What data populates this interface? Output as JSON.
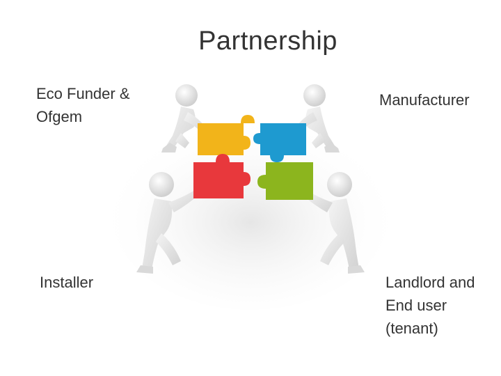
{
  "slide": {
    "title": "Partnership",
    "labels": {
      "eco_funder": [
        "Eco Funder &",
        "Ofgem"
      ],
      "manufacturer": [
        "Manufacturer"
      ],
      "installer": [
        "Installer"
      ],
      "landlord": [
        "Landlord and",
        "End user",
        "(tenant)"
      ]
    }
  },
  "colors": {
    "piece_top_left": "#f2b41a",
    "piece_top_right": "#1e9ad0",
    "piece_bottom_left": "#e8383c",
    "piece_bottom_right": "#8cb51e",
    "figure": "#e8e8e8"
  },
  "illustration": "four-figures-assembling-puzzle"
}
